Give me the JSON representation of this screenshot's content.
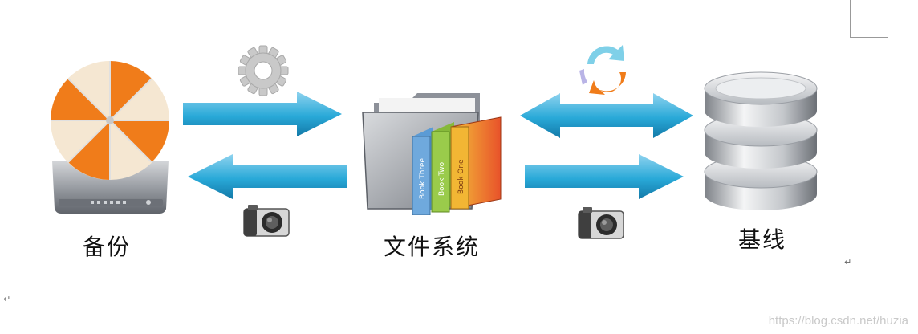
{
  "diagram": {
    "nodes": {
      "backup": {
        "label": "备份",
        "icon": "umbrella-hard-drive-icon"
      },
      "filesystem": {
        "label": "文件系统",
        "icon": "folder-with-books-icon",
        "book_spines": [
          "Book Three",
          "Book Two",
          "Book One"
        ]
      },
      "baseline": {
        "label": "基线",
        "icon": "database-cylinder-icon"
      }
    },
    "icons": {
      "left_top": "gear-icon",
      "left_bottom": "camera-icon",
      "right_top": "refresh-cycle-icon",
      "right_bottom": "camera-icon"
    },
    "colors": {
      "arrow": "#29a9d8",
      "arrow_dark": "#1379a8",
      "umbrella_orange": "#f07c1a",
      "book_red": "#e8522a",
      "book_green": "#86b93a",
      "book_blue": "#5b9bd5"
    }
  },
  "return_mark": "↵",
  "watermark": "https://blog.csdn.net/huzia"
}
